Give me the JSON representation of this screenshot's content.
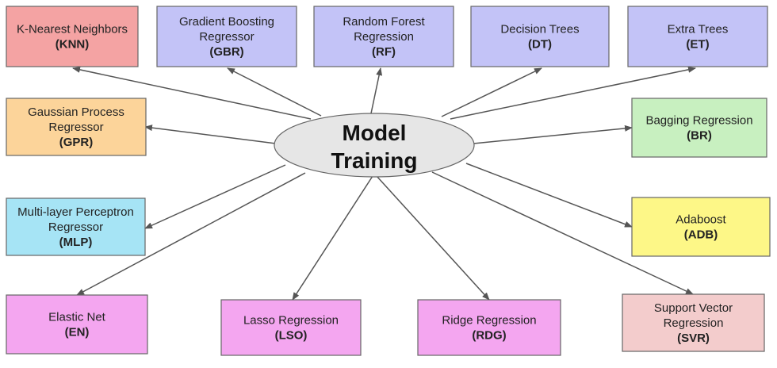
{
  "hub": {
    "lines": [
      "Model",
      "Training"
    ],
    "fill": "#e6e6e6"
  },
  "nodes": [
    {
      "id": "knn",
      "lines": [
        "K-Nearest Neighbors"
      ],
      "abbr": "(KNN)",
      "fill": "#f4a3a3"
    },
    {
      "id": "gbr",
      "lines": [
        "Gradient Boosting",
        "Regressor"
      ],
      "abbr": "(GBR)",
      "fill": "#c3c3f7"
    },
    {
      "id": "rf",
      "lines": [
        "Random Forest",
        "Regression"
      ],
      "abbr": "(RF)",
      "fill": "#c3c3f7"
    },
    {
      "id": "dt",
      "lines": [
        "Decision Trees"
      ],
      "abbr": "(DT)",
      "fill": "#c3c3f7"
    },
    {
      "id": "et",
      "lines": [
        "Extra Trees"
      ],
      "abbr": "(ET)",
      "fill": "#c3c3f7"
    },
    {
      "id": "gpr",
      "lines": [
        "Gaussian Process",
        "Regressor"
      ],
      "abbr": "(GPR)",
      "fill": "#fcd49a"
    },
    {
      "id": "br",
      "lines": [
        "Bagging Regression"
      ],
      "abbr": "(BR)",
      "fill": "#c8f0c0"
    },
    {
      "id": "mlp",
      "lines": [
        "Multi-layer Perceptron",
        "Regressor"
      ],
      "abbr": "(MLP)",
      "fill": "#a6e4f5"
    },
    {
      "id": "adb",
      "lines": [
        "Adaboost"
      ],
      "abbr": "(ADB)",
      "fill": "#fdf787"
    },
    {
      "id": "en",
      "lines": [
        "Elastic Net"
      ],
      "abbr": "(EN)",
      "fill": "#f4a6f0"
    },
    {
      "id": "lso",
      "lines": [
        "Lasso Regression"
      ],
      "abbr": "(LSO)",
      "fill": "#f4a6f0"
    },
    {
      "id": "rdg",
      "lines": [
        "Ridge Regression"
      ],
      "abbr": "(RDG)",
      "fill": "#f4a6f0"
    },
    {
      "id": "svr",
      "lines": [
        "Support Vector",
        "Regression"
      ],
      "abbr": "(SVR)",
      "fill": "#f3cccc"
    }
  ]
}
